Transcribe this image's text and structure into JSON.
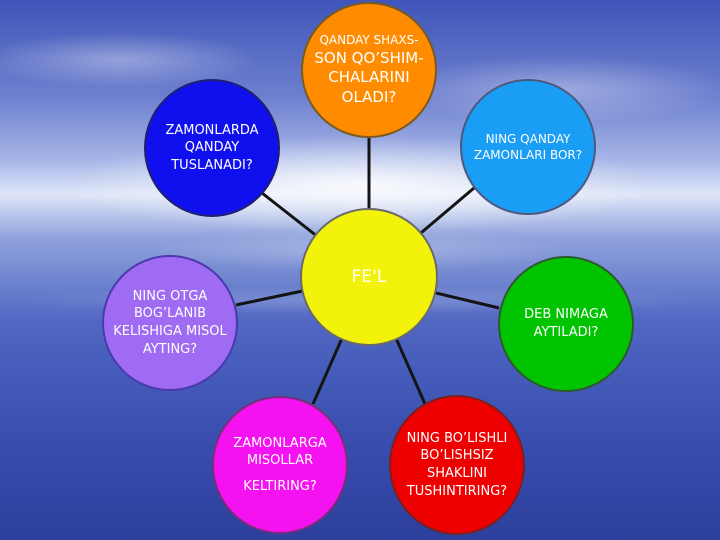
{
  "diagram": {
    "center": "FE'L",
    "nodes": {
      "top": {
        "line1": "QANDAY SHAXS-",
        "line2": "SON QO’SHIM-",
        "line3": "CHALARINI",
        "line4": "OLADI?"
      },
      "top_right": {
        "line1": "NING QANDAY",
        "line2": "ZAMONLARI BOR?"
      },
      "right": {
        "line1": "DEB NIMAGA",
        "line2": "AYTILADI?"
      },
      "bottom_right": {
        "line1": "NING BO’LISHLI",
        "line2": "BO’LISHSIZ",
        "line3": "SHAKLINI",
        "line4": "TUSHINTIRING?"
      },
      "bottom_left": {
        "line1": "ZAMONLARGA",
        "line2": "MISOLLAR",
        "line3": "KELTIRING?"
      },
      "left": {
        "line1": "NING OTGA",
        "line2": "BOG’LANIB",
        "line3": "KELISHIGA MISOL",
        "line4": "AYTING?"
      },
      "top_left": {
        "line1": "ZAMONLARDA",
        "line2": "QANDAY",
        "line3": "TUSLANADI?"
      }
    },
    "colors": {
      "center": "#f2f20a",
      "top": "#ff8c00",
      "top_right": "#1a9ef5",
      "right": "#00c400",
      "bottom_right": "#ee0000",
      "bottom_left": "#f512f0",
      "left": "#9f6bf2",
      "top_left": "#1010ee"
    }
  }
}
